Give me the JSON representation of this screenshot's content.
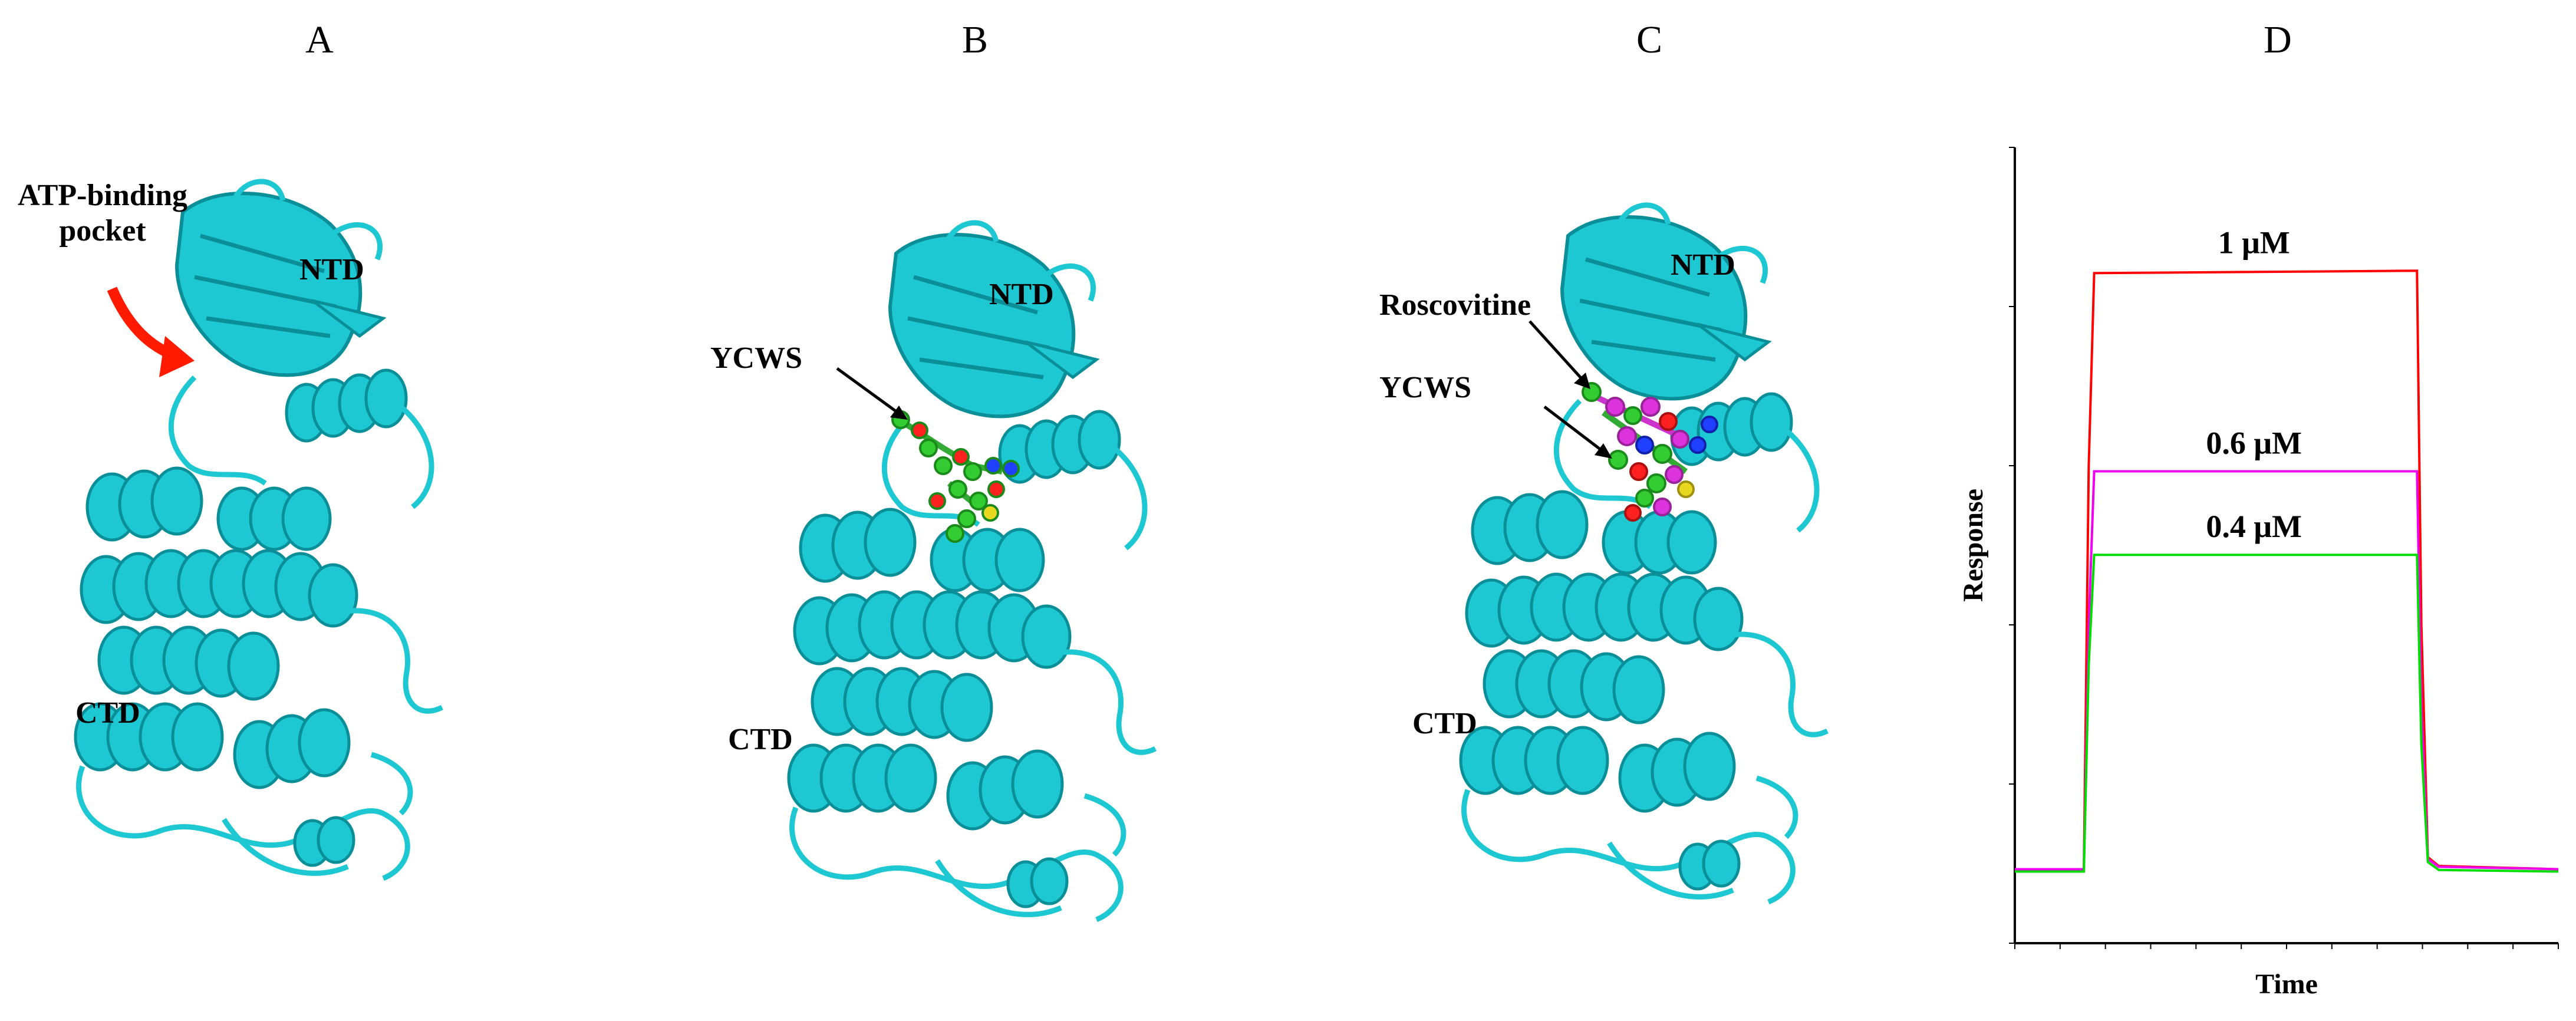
{
  "panels": {
    "a": {
      "letter": "A",
      "atp_label": "ATP-binding\npocket",
      "ntd": "NTD",
      "ctd": "CTD"
    },
    "b": {
      "letter": "B",
      "ntd": "NTD",
      "ctd": "CTD",
      "ligand": "YCWS"
    },
    "c": {
      "letter": "C",
      "ntd": "NTD",
      "ctd": "CTD",
      "ligand1": "Roscovitine",
      "ligand2": "YCWS"
    },
    "d": {
      "letter": "D"
    }
  },
  "colors": {
    "protein": "#1ec8d2",
    "protein_dark": "#0a8f99",
    "arrow_red": "#ff1a00",
    "carbon_green": "#33cc33",
    "oxygen_red": "#ff2020",
    "nitrogen_blue": "#2040ff",
    "sulfur_yellow": "#e8d820",
    "roscovitine_magenta": "#dd33dd"
  },
  "chart_data": {
    "type": "line",
    "title": "",
    "xlabel": "Time",
    "ylabel": "Response",
    "xlim": [
      0,
      100
    ],
    "ylim": [
      0,
      100
    ],
    "series": [
      {
        "name": "1 μM",
        "color": "#ff0000",
        "x": [
          0,
          12.7,
          13.6,
          14.6,
          74.0,
          74.8,
          76.0,
          78.0,
          100
        ],
        "y": [
          9.3,
          9.3,
          60,
          84.2,
          84.5,
          40,
          10.8,
          9.7,
          9.3
        ]
      },
      {
        "name": "0.6 μM",
        "color": "#ee00ee",
        "x": [
          0,
          12.7,
          13.6,
          14.6,
          74.0,
          74.8,
          76.0,
          78.0,
          100
        ],
        "y": [
          9.3,
          9.3,
          40,
          59.3,
          59.3,
          30,
          10.6,
          9.6,
          9.3
        ]
      },
      {
        "name": "0.4 μM",
        "color": "#00dd00",
        "x": [
          0,
          12.7,
          13.6,
          14.6,
          74.0,
          74.8,
          76.0,
          78.0,
          100
        ],
        "y": [
          9.0,
          9.0,
          35,
          48.8,
          48.8,
          25,
          10.2,
          9.2,
          9.0
        ]
      }
    ]
  }
}
